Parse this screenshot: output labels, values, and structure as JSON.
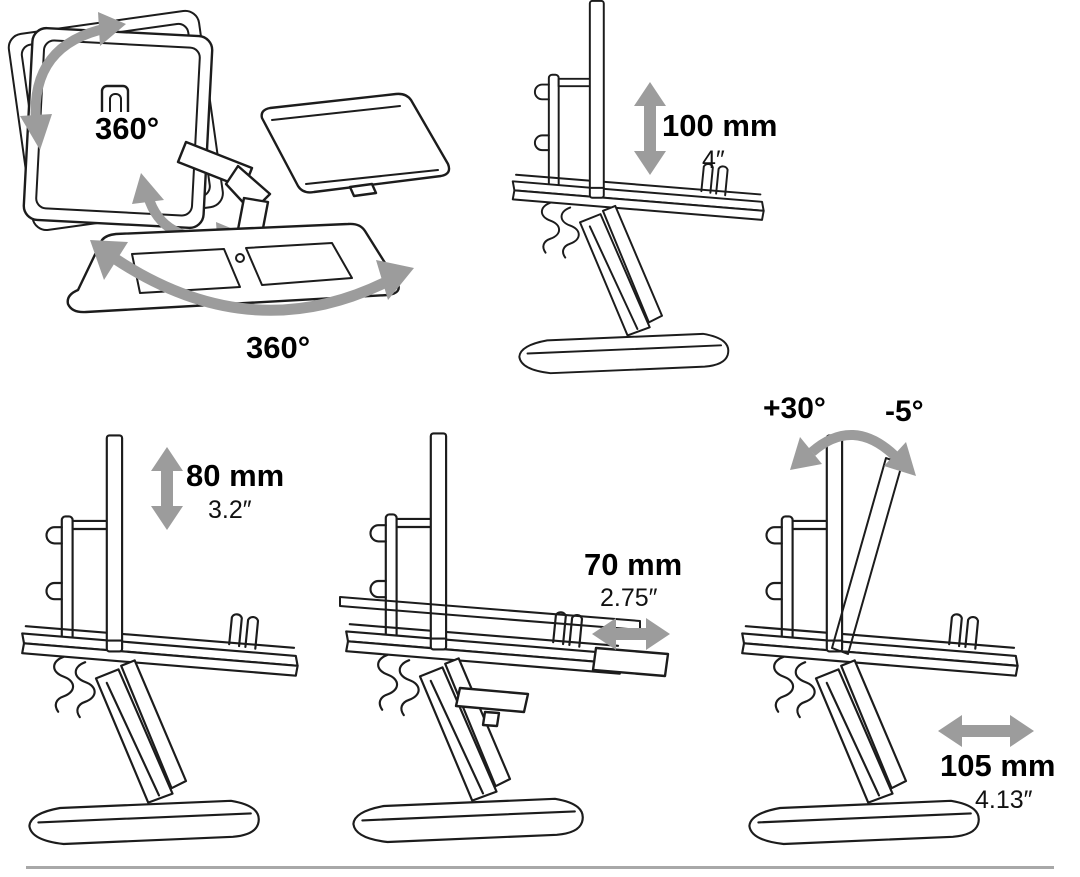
{
  "colors": {
    "line": "#1c1c1c",
    "arrow": "#9c9c9c",
    "text": "#000000",
    "divider": "#a8a8a8"
  },
  "panels": {
    "rotation": {
      "monitor_rotation": "360°",
      "base_rotation": "360°"
    },
    "height_raise": {
      "value": "100 mm",
      "inches": "4″"
    },
    "height_lower": {
      "value": "80 mm",
      "inches": "3.2″"
    },
    "tray_depth": {
      "value": "70 mm",
      "inches": "2.75″"
    },
    "tilt": {
      "up": "+30°",
      "down": "-5°",
      "travel": "105 mm",
      "travel_inches": "4.13″"
    }
  }
}
